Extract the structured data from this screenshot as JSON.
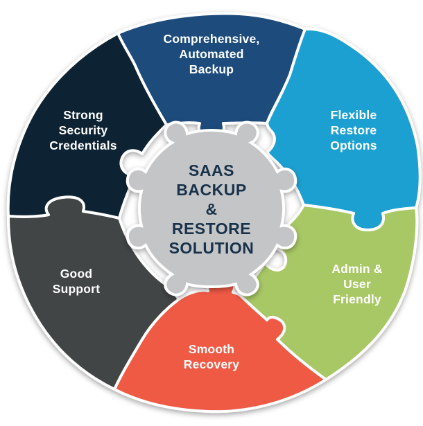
{
  "center": {
    "lines": [
      "SAAS",
      "BACKUP",
      "&",
      "RESTORE",
      "SOLUTION"
    ],
    "color": "#c4c5c7"
  },
  "pieces": [
    {
      "id": "comprehensive-backup",
      "lines": [
        "Comprehensive,",
        "Automated",
        "Backup"
      ],
      "color": "#1c4b7c"
    },
    {
      "id": "flexible-restore",
      "lines": [
        "Flexible",
        "Restore",
        "Options"
      ],
      "color": "#1ea0d2"
    },
    {
      "id": "admin-user-friendly",
      "lines": [
        "Admin &",
        "User",
        "Friendly"
      ],
      "color": "#a8c865"
    },
    {
      "id": "smooth-recovery",
      "lines": [
        "Smooth",
        "Recovery"
      ],
      "color": "#ef5a45"
    },
    {
      "id": "good-support",
      "lines": [
        "Good",
        "Support"
      ],
      "color": "#434445"
    },
    {
      "id": "strong-security",
      "lines": [
        "Strong",
        "Security",
        "Credentials"
      ],
      "color": "#0f2233"
    }
  ]
}
